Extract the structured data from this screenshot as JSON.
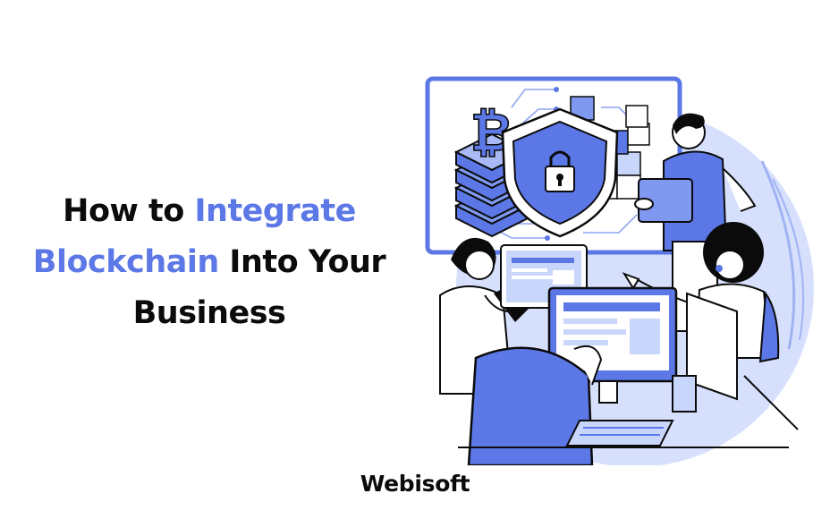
{
  "headline": {
    "line1_prefix": "How to ",
    "line1_accent": "Integrate",
    "line2_accent": "Blockchain",
    "line2_suffix": " Into Your",
    "line3": "Business"
  },
  "brand": {
    "name": "Webisoft"
  },
  "illustration": {
    "icons": [
      "bitcoin-icon",
      "shield-lock-icon",
      "cube-icon"
    ]
  },
  "colors": {
    "accent": "#5b78e6",
    "accent_light": "#c9d6fb",
    "text": "#0b0b0b",
    "background": "#ffffff"
  }
}
